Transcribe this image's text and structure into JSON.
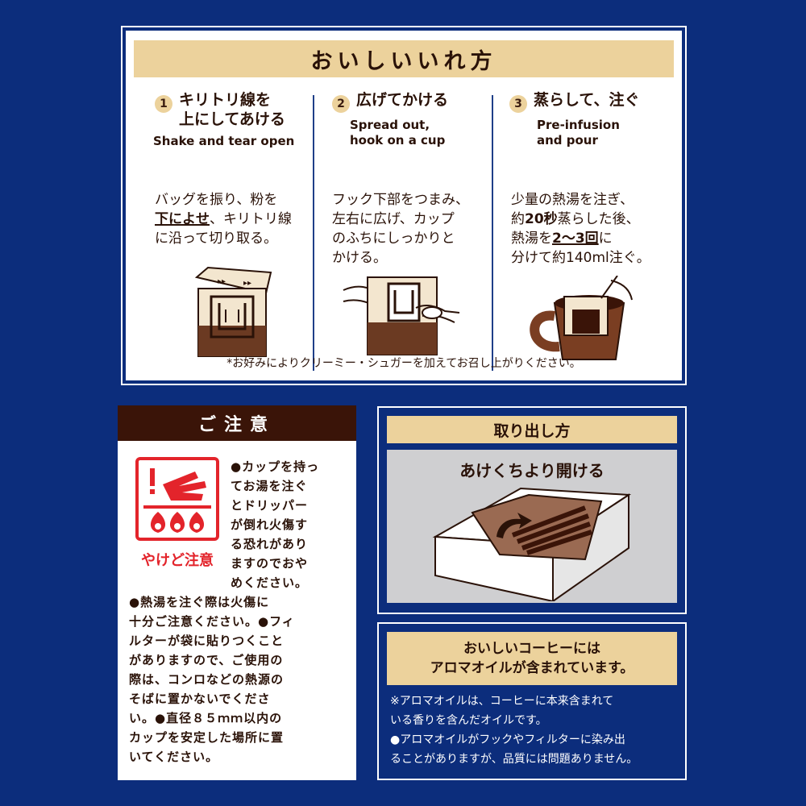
{
  "howto": {
    "title": "おいしいいれ方",
    "steps": [
      {
        "num": "1",
        "title_l1": "キリトリ線を",
        "title_l2": "上にしてあける",
        "en_l1": "Shake and tear open",
        "en_l2": "",
        "body_l1": "バッグを振り、粉を",
        "body_l2a": "下によせ",
        "body_l2b": "、キリトリ線",
        "body_l3": "に沿って切り取る。"
      },
      {
        "num": "2",
        "title_l1": "広げてかける",
        "title_l2": "",
        "en_l1": "Spread out,",
        "en_l2": "hook on a cup",
        "body_l1": "フック下部をつまみ、",
        "body_l2": "左右に広げ、カップ",
        "body_l3": "のふちにしっかりと",
        "body_l4": "かける。"
      },
      {
        "num": "3",
        "title_l1": "蒸らして、注ぐ",
        "title_l2": "",
        "en_l1": "Pre-infusion",
        "en_l2": "and pour",
        "body_l1": "少量の熱湯を注ぎ、",
        "body_l2a": "約",
        "body_l2b": "20秒",
        "body_l2c": "蒸らした後、",
        "body_l3a": "熱湯を",
        "body_l3b": "2〜3回",
        "body_l3c": "に",
        "body_l4": "分けて約140ml注ぐ。"
      }
    ],
    "footnote": "*お好みによりクリーミー・シュガーを加えてお召し上がりください。"
  },
  "caution": {
    "title": "ご注意",
    "warn_label": "やけど注意",
    "text_a": [
      "●カップを持っ",
      "てお湯を注ぐ",
      "とドリッパー",
      "が倒れ火傷す",
      "る恐れがあり",
      "ますのでおや",
      "めください。"
    ],
    "text_b": [
      "●熱湯を注ぐ際は火傷に",
      "十分ご注意ください。●フィ",
      "ルターが袋に貼りつくこと",
      "がありますので、ご使用の",
      "際は、コンロなどの熱源の",
      "そばに置かないでくださ",
      "い。●直径８５ｍｍ以内の",
      "カップを安定した場所に置",
      "いてください。"
    ]
  },
  "open_method": {
    "title": "取り出し方",
    "instruction": "あけくちより開ける"
  },
  "aroma": {
    "title_l1": "おいしいコーヒーには",
    "title_l2": "アロマオイルが含まれています。",
    "text": [
      "※アロマオイルは、コーヒーに本来含まれて",
      "いる香りを含んだオイルです。",
      "●アロマオイルがフックやフィルターに染み出",
      "ることがありますが、品質には問題ありません。"
    ]
  },
  "colors": {
    "navy": "#0c2d7c",
    "gold": "#ecd29c",
    "brown": "#3a1408",
    "warning_red": "#e3242b"
  }
}
